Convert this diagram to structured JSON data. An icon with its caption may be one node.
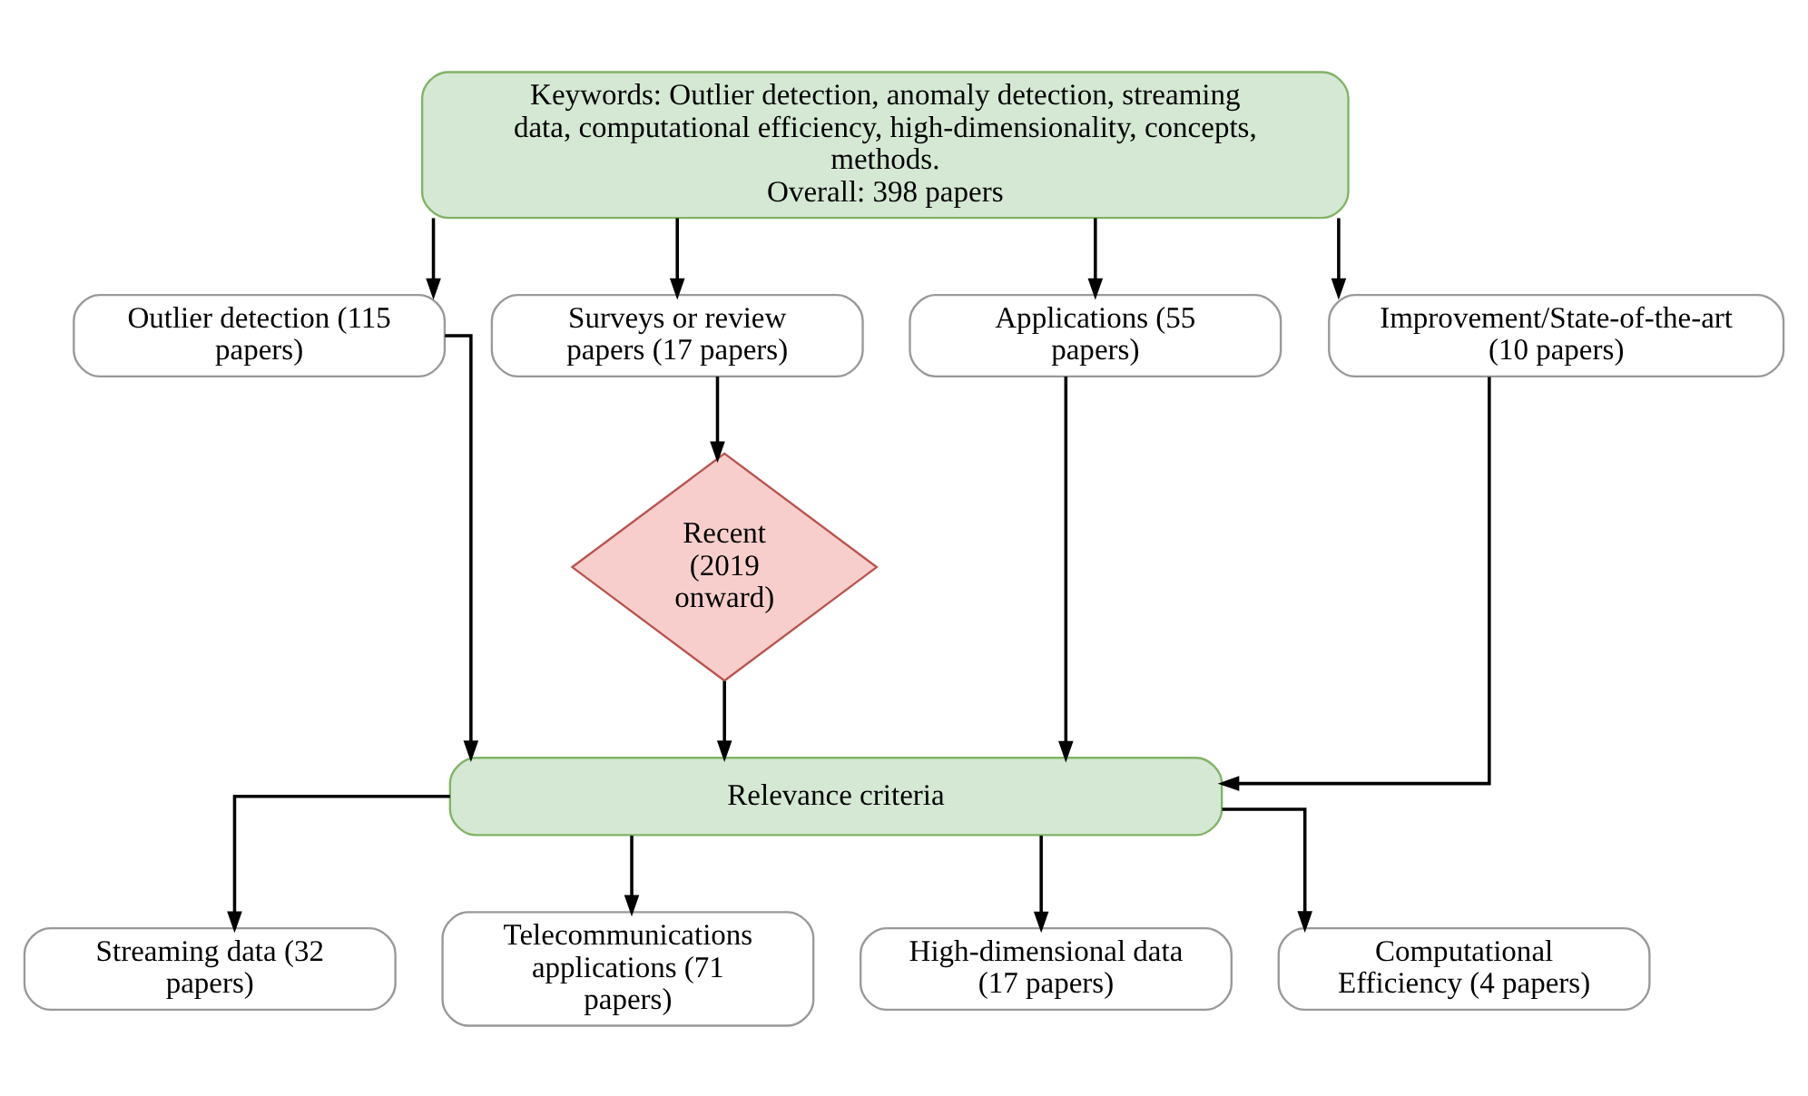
{
  "diagram": {
    "nodes": [
      {
        "text": [
          "Keywords: Outlier detection, anomaly detection, streaming data, computational efficiency, high-dimensionality, concepts, methods.",
          "Overall: 398 papers"
        ]
      },
      {
        "text": [
          "Outlier detection (115 papers)"
        ]
      },
      {
        "text": [
          "Surveys or review papers (17 papers)"
        ]
      },
      {
        "text": [
          "Applications (55 papers)"
        ]
      },
      {
        "text": [
          "Improvement/State-of-the-art (10 papers)"
        ]
      },
      {
        "text": [
          "Recent (2019 onward)"
        ]
      },
      {
        "text": [
          "Relevance criteria"
        ]
      },
      {
        "text": [
          "Streaming data (32 papers)"
        ]
      },
      {
        "text": [
          "Telecommunications applications (71 papers)"
        ]
      },
      {
        "text": [
          "High-dimensional data (17 papers)"
        ]
      },
      {
        "text": [
          "Computational Efficiency (4 papers)"
        ]
      }
    ],
    "edges": [
      {
        "from": 0,
        "to": 1,
        "arrow": "to"
      },
      {
        "from": 0,
        "to": 2,
        "arrow": "to"
      },
      {
        "from": 0,
        "to": 3,
        "arrow": "to"
      },
      {
        "from": 0,
        "to": 4,
        "arrow": "to"
      },
      {
        "from": 2,
        "to": 5,
        "arrow": "to"
      },
      {
        "from": 1,
        "to": 6,
        "arrow": "to"
      },
      {
        "from": 5,
        "to": 6,
        "arrow": "to"
      },
      {
        "from": 3,
        "to": 6,
        "arrow": "to"
      },
      {
        "from": 4,
        "to": 6,
        "arrow": "to"
      },
      {
        "from": 6,
        "to": 7,
        "arrow": "to"
      },
      {
        "from": 6,
        "to": 8,
        "arrow": "to"
      },
      {
        "from": 6,
        "to": 9,
        "arrow": "to"
      },
      {
        "from": 6,
        "to": 10,
        "arrow": "to"
      }
    ]
  }
}
